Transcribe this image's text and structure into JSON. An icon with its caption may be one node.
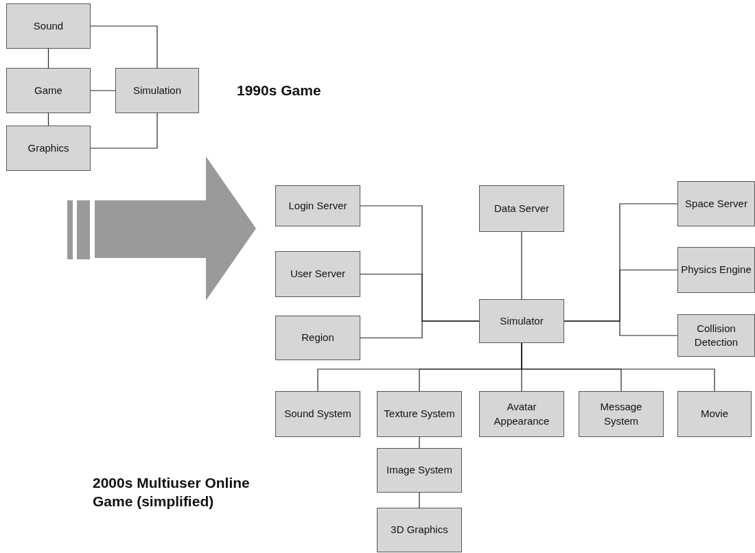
{
  "diagram": {
    "title": "1990s Game",
    "nodes": [
      {
        "text": [
          "Sound"
        ]
      },
      {
        "text": [
          "Game"
        ]
      },
      {
        "text": [
          "Simulation"
        ]
      },
      {
        "text": [
          "Graphics"
        ]
      },
      {
        "text": [
          "Login Server"
        ]
      },
      {
        "text": [
          "Data Server"
        ]
      },
      {
        "text": [
          "Space Server"
        ]
      },
      {
        "text": [
          "User Server"
        ]
      },
      {
        "text": [
          "Physics Engine"
        ]
      },
      {
        "text": [
          "Simulator"
        ]
      },
      {
        "text": [
          "Region"
        ]
      },
      {
        "text": [
          "Collision Detection"
        ]
      },
      {
        "text": [
          "Sound System"
        ]
      },
      {
        "text": [
          "Texture System"
        ]
      },
      {
        "text": [
          "Avatar Appearance"
        ]
      },
      {
        "text": [
          "Message System"
        ]
      },
      {
        "text": [
          "Movie"
        ]
      },
      {
        "text": [
          "Image System"
        ]
      },
      {
        "text": [
          "3D Graphics"
        ]
      }
    ],
    "edges": [
      {
        "from": 0,
        "to": 1,
        "arrow": "none"
      },
      {
        "from": 1,
        "to": 3,
        "arrow": "none"
      },
      {
        "from": 1,
        "to": 2,
        "arrow": "none"
      },
      {
        "from": 0,
        "to": 2,
        "arrow": "none"
      },
      {
        "from": 2,
        "to": 3,
        "arrow": "none"
      },
      {
        "from": 4,
        "to": 9,
        "arrow": "none"
      },
      {
        "from": 7,
        "to": 9,
        "arrow": "none"
      },
      {
        "from": 10,
        "to": 9,
        "arrow": "none"
      },
      {
        "from": 5,
        "to": 9,
        "arrow": "none"
      },
      {
        "from": 9,
        "to": 6,
        "arrow": "none"
      },
      {
        "from": 9,
        "to": 8,
        "arrow": "none"
      },
      {
        "from": 9,
        "to": 11,
        "arrow": "none"
      },
      {
        "from": 9,
        "to": 12,
        "arrow": "none"
      },
      {
        "from": 9,
        "to": 13,
        "arrow": "none"
      },
      {
        "from": 9,
        "to": 14,
        "arrow": "none"
      },
      {
        "from": 9,
        "to": 15,
        "arrow": "none"
      },
      {
        "from": 9,
        "to": 16,
        "arrow": "none"
      },
      {
        "from": 13,
        "to": 17,
        "arrow": "none"
      },
      {
        "from": 17,
        "to": 18,
        "arrow": "none"
      }
    ],
    "labels": [
      "2000s Multiuser Online Game (simplified)"
    ]
  }
}
